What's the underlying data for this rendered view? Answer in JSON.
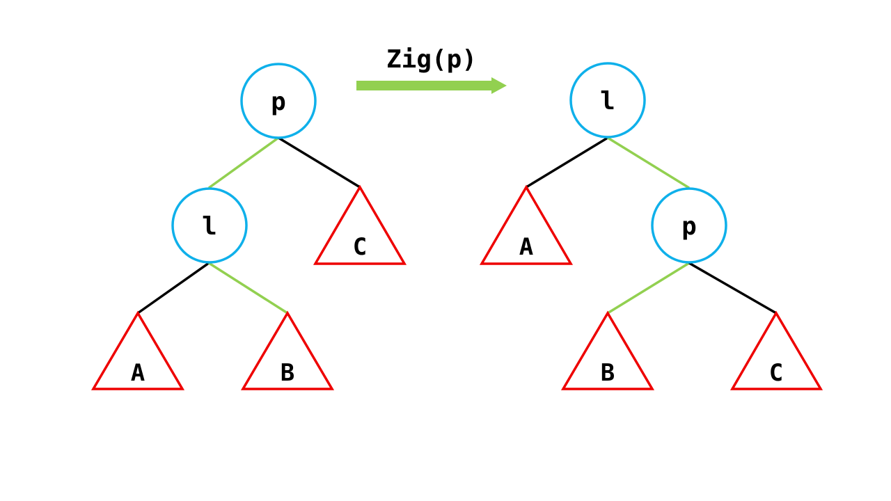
{
  "title": "Zig(p)",
  "colors": {
    "node_stroke": "#0fb0ea",
    "subtree_stroke": "#ee0000",
    "rotated_edge": "#92d050",
    "normal_edge": "#000000",
    "arrow": "#92d050"
  },
  "before": {
    "nodes": [
      {
        "id": "p",
        "label": "p"
      },
      {
        "id": "l",
        "label": "l"
      }
    ],
    "subtrees": [
      {
        "id": "A",
        "label": "A"
      },
      {
        "id": "B",
        "label": "B"
      },
      {
        "id": "C",
        "label": "C"
      }
    ],
    "edges": [
      {
        "from": "p",
        "to": "l",
        "highlight": true
      },
      {
        "from": "p",
        "to": "C",
        "highlight": false
      },
      {
        "from": "l",
        "to": "A",
        "highlight": false
      },
      {
        "from": "l",
        "to": "B",
        "highlight": true
      }
    ]
  },
  "after": {
    "nodes": [
      {
        "id": "l",
        "label": "l"
      },
      {
        "id": "p",
        "label": "p"
      }
    ],
    "subtrees": [
      {
        "id": "A",
        "label": "A"
      },
      {
        "id": "B",
        "label": "B"
      },
      {
        "id": "C",
        "label": "C"
      }
    ],
    "edges": [
      {
        "from": "l",
        "to": "A",
        "highlight": false
      },
      {
        "from": "l",
        "to": "p",
        "highlight": true
      },
      {
        "from": "p",
        "to": "B",
        "highlight": true
      },
      {
        "from": "p",
        "to": "C",
        "highlight": false
      }
    ]
  }
}
